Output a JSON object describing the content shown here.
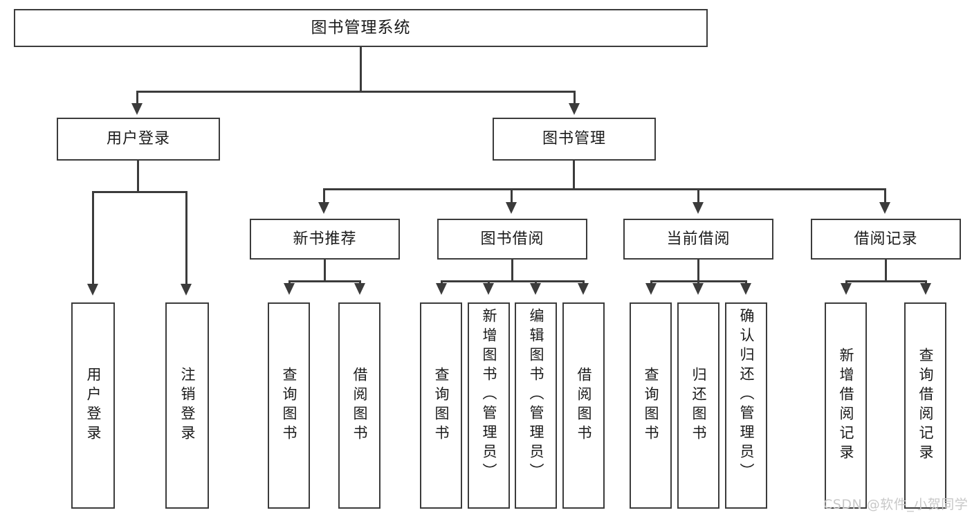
{
  "diagram": {
    "title": "图书管理系统",
    "type": "功能结构图",
    "root": {
      "id": "root",
      "label": "图书管理系统"
    },
    "level2": [
      {
        "id": "user-login",
        "label": "用户登录"
      },
      {
        "id": "book-management",
        "label": "图书管理"
      }
    ],
    "level3": [
      {
        "id": "new-book-recommend",
        "label": "新书推荐",
        "parent": "book-management"
      },
      {
        "id": "book-borrow",
        "label": "图书借阅",
        "parent": "book-management"
      },
      {
        "id": "current-borrow",
        "label": "当前借阅",
        "parent": "book-management"
      },
      {
        "id": "borrow-record",
        "label": "借阅记录",
        "parent": "book-management"
      }
    ],
    "leaves": [
      {
        "id": "leaf-user-login",
        "label": "用户登录",
        "parent": "user-login"
      },
      {
        "id": "leaf-user-logout",
        "label": "注销登录",
        "parent": "user-login"
      },
      {
        "id": "leaf-query-book-1",
        "label": "查询图书",
        "parent": "new-book-recommend"
      },
      {
        "id": "leaf-borrow-book-1",
        "label": "借阅图书",
        "parent": "new-book-recommend"
      },
      {
        "id": "leaf-query-book-2",
        "label": "查询图书",
        "parent": "book-borrow"
      },
      {
        "id": "leaf-add-book",
        "label": "新增图书（管理员）",
        "parent": "book-borrow"
      },
      {
        "id": "leaf-edit-book",
        "label": "编辑图书（管理员）",
        "parent": "book-borrow"
      },
      {
        "id": "leaf-borrow-book-2",
        "label": "借阅图书",
        "parent": "book-borrow"
      },
      {
        "id": "leaf-query-book-3",
        "label": "查询图书",
        "parent": "current-borrow"
      },
      {
        "id": "leaf-return-book",
        "label": "归还图书",
        "parent": "current-borrow"
      },
      {
        "id": "leaf-confirm-return",
        "label": "确认归还（管理员）",
        "parent": "current-borrow"
      },
      {
        "id": "leaf-add-record",
        "label": "新增借阅记录",
        "parent": "borrow-record"
      },
      {
        "id": "leaf-query-record",
        "label": "查询借阅记录",
        "parent": "borrow-record"
      }
    ],
    "colors": {
      "stroke": "#3b3b3b",
      "fill": "#ffffff",
      "text": "#1a1a1a",
      "watermark": "#c8c8c8"
    }
  },
  "watermark": {
    "text": "CSDN @软件_小贺同学"
  }
}
